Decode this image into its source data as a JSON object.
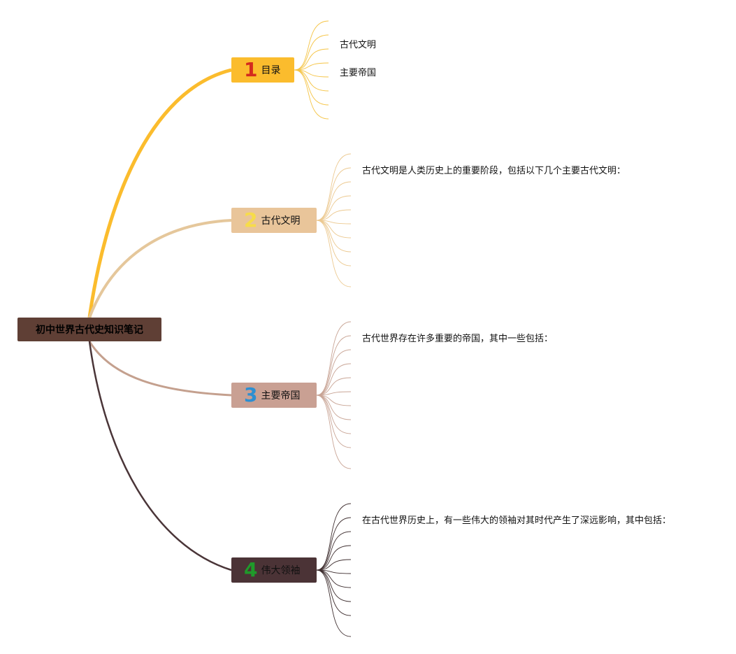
{
  "root": {
    "label": "初中世界古代史知识笔记"
  },
  "branches": [
    {
      "number": "1",
      "label": "目录",
      "color": "#fbbc2d",
      "number_color": "#d42a1e",
      "leaves": [
        "古代文明",
        "主要帝国"
      ]
    },
    {
      "number": "2",
      "label": "古代文明",
      "color": "#e9c59a",
      "number_color": "#f7dc4a",
      "leaves": [
        "古代文明是人类历史上的重要阶段，包括以下几个主要古代文明："
      ]
    },
    {
      "number": "3",
      "label": "主要帝国",
      "color": "#c9a093",
      "number_color": "#2e8fd1",
      "leaves": [
        "古代世界存在许多重要的帝国，其中一些包括："
      ]
    },
    {
      "number": "4",
      "label": "伟大领袖",
      "color": "#4b3336",
      "number_color": "#1f9a2a",
      "leaves": [
        "在古代世界历史上，有一些伟大的领袖对其时代产生了深远影响，其中包括："
      ]
    }
  ],
  "colors": {
    "root": "#5f3f35",
    "branch1_line": "#fbbc2d",
    "branch2_line": "#e5c79b",
    "branch3_line": "#c4a08e",
    "branch4_line": "#4a3538"
  }
}
